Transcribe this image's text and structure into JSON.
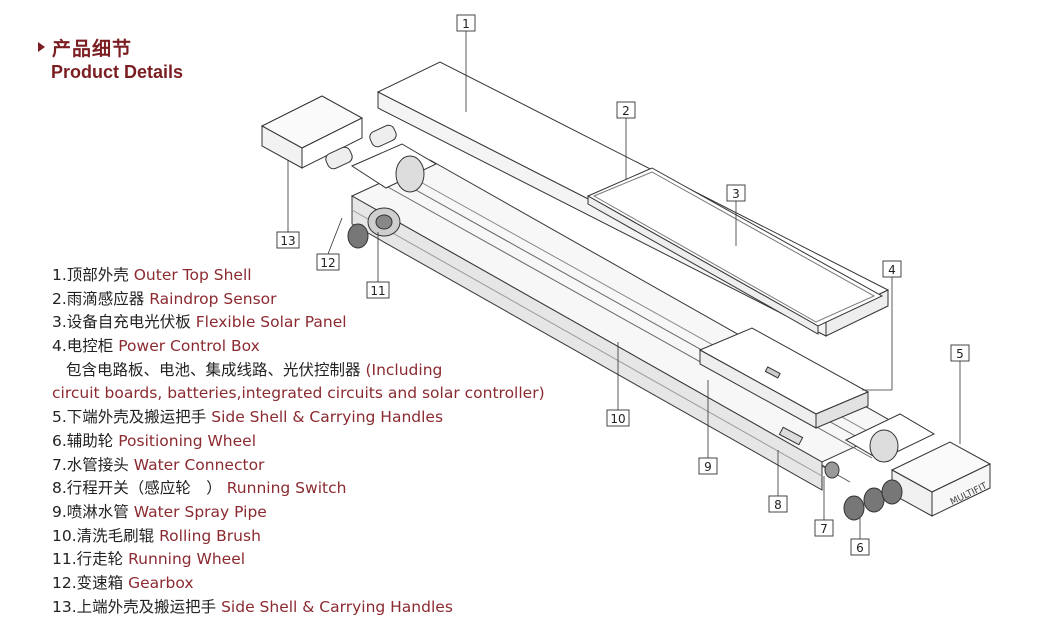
{
  "header": {
    "title_cn": "产品细节",
    "title_en": "Product Details"
  },
  "parts_list": [
    {
      "cn": "1.顶部外壳",
      "en": "Outer Top Shell"
    },
    {
      "cn": "2.雨滴感应器",
      "en": "Raindrop Sensor"
    },
    {
      "cn": "3.设备自充电光伏板",
      "en": "Flexible Solar Panel"
    },
    {
      "cn": "4.电控柜",
      "en": "Power Control Box"
    },
    {
      "cn": "包含电路板、电池、集成线路、光伏控制器",
      "en": "(Including"
    },
    {
      "cn": "",
      "en": "circuit boards, batteries,integrated circuits and solar controller)"
    },
    {
      "cn": "5.下端外壳及搬运把手",
      "en": "Side Shell & Carrying Handles"
    },
    {
      "cn": "6.辅助轮",
      "en": "Positioning Wheel"
    },
    {
      "cn": "7.水管接头",
      "en": "Water Connector"
    },
    {
      "cn": "8.行程开关（感应轮　）",
      "en": "Running Switch"
    },
    {
      "cn": "9.喷淋水管",
      "en": "Water Spray Pipe"
    },
    {
      "cn": "10.清洗毛刷辊",
      "en": "Rolling Brush"
    },
    {
      "cn": "11.行走轮",
      "en": "Running Wheel"
    },
    {
      "cn": "12.变速箱",
      "en": "Gearbox"
    },
    {
      "cn": "13.上端外壳及搬运把手",
      "en": "Side Shell & Carrying Handles"
    }
  ],
  "callouts": [
    "1",
    "2",
    "3",
    "4",
    "5",
    "6",
    "7",
    "8",
    "9",
    "10",
    "11",
    "12",
    "13"
  ],
  "device_label": "MULTIFIT",
  "colors": {
    "accent": "#7b1e22",
    "english_text": "#8b2a30",
    "line": "#333333"
  }
}
